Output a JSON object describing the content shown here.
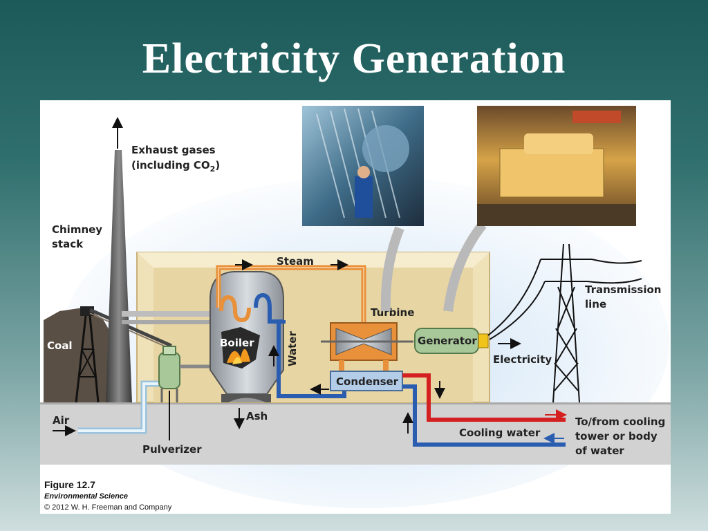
{
  "slide": {
    "title": "Electricity Generation"
  },
  "diagram": {
    "labels": {
      "exhaust_line1": "Exhaust gases",
      "exhaust_line2": "(including CO",
      "exhaust_sub": "2",
      "exhaust_close": ")",
      "chimney_line1": "Chimney",
      "chimney_line2": "stack",
      "coal": "Coal",
      "steam": "Steam",
      "turbine": "Turbine",
      "boiler": "Boiler",
      "water": "Water",
      "generator": "Generator",
      "condenser": "Condenser",
      "electricity": "Electricity",
      "transmission_line1": "Transmission",
      "transmission_line2": "line",
      "air": "Air",
      "ash": "Ash",
      "pulverizer": "Pulverizer",
      "cooling_water": "Cooling water",
      "cooling_line1": "To/from cooling",
      "cooling_line2": "tower or body",
      "cooling_line3": "of water"
    },
    "colors": {
      "steam_pipe": "#e8903a",
      "water_pipe": "#2a5db0",
      "hot_return": "#d42020",
      "building_wall": "#efe1b8",
      "ground": "#cfcfcf"
    },
    "photos": [
      "turbine-photo",
      "generator-hall-photo"
    ]
  },
  "caption": {
    "figure": "Figure 12.7",
    "book": "Environmental Science",
    "copyright": "© 2012 W. H. Freeman and Company"
  }
}
